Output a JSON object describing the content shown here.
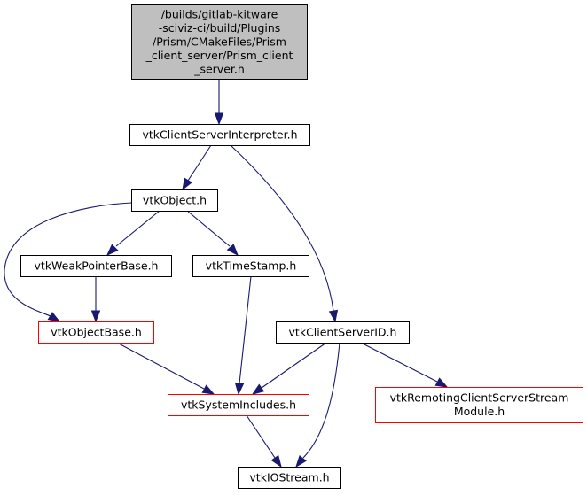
{
  "diagram": {
    "type": "include-dependency-graph",
    "colors": {
      "edge": "#191970",
      "root_fill": "#bfbfbf",
      "node_fill": "#ffffff",
      "node_border": "#000000",
      "external_border": "#ff0000"
    },
    "nodes": [
      {
        "id": "root",
        "lines": [
          "/builds/gitlab-kitware",
          "-sciviz-ci/build/Plugins",
          "/Prism/CMakeFiles/Prism",
          "_client_server/Prism_client",
          "_server.h"
        ],
        "style": "root"
      },
      {
        "id": "interp",
        "lines": [
          "vtkClientServerInterpreter.h"
        ],
        "style": "normal"
      },
      {
        "id": "object",
        "lines": [
          "vtkObject.h"
        ],
        "style": "normal"
      },
      {
        "id": "weak",
        "lines": [
          "vtkWeakPointerBase.h"
        ],
        "style": "normal"
      },
      {
        "id": "timestamp",
        "lines": [
          "vtkTimeStamp.h"
        ],
        "style": "normal"
      },
      {
        "id": "objbase",
        "lines": [
          "vtkObjectBase.h"
        ],
        "style": "external"
      },
      {
        "id": "csid",
        "lines": [
          "vtkClientServerID.h"
        ],
        "style": "normal"
      },
      {
        "id": "sysinc",
        "lines": [
          "vtkSystemIncludes.h"
        ],
        "style": "external"
      },
      {
        "id": "remoting",
        "lines": [
          "vtkRemotingClientServerStream",
          "Module.h"
        ],
        "style": "external"
      },
      {
        "id": "iostream",
        "lines": [
          "vtkIOStream.h"
        ],
        "style": "normal"
      }
    ],
    "edges": [
      {
        "from": "root",
        "to": "interp"
      },
      {
        "from": "interp",
        "to": "object"
      },
      {
        "from": "interp",
        "to": "csid"
      },
      {
        "from": "object",
        "to": "weak"
      },
      {
        "from": "object",
        "to": "timestamp"
      },
      {
        "from": "object",
        "to": "objbase"
      },
      {
        "from": "weak",
        "to": "objbase"
      },
      {
        "from": "timestamp",
        "to": "sysinc"
      },
      {
        "from": "objbase",
        "to": "sysinc"
      },
      {
        "from": "csid",
        "to": "sysinc"
      },
      {
        "from": "csid",
        "to": "remoting"
      },
      {
        "from": "csid",
        "to": "iostream"
      },
      {
        "from": "sysinc",
        "to": "iostream"
      }
    ]
  }
}
